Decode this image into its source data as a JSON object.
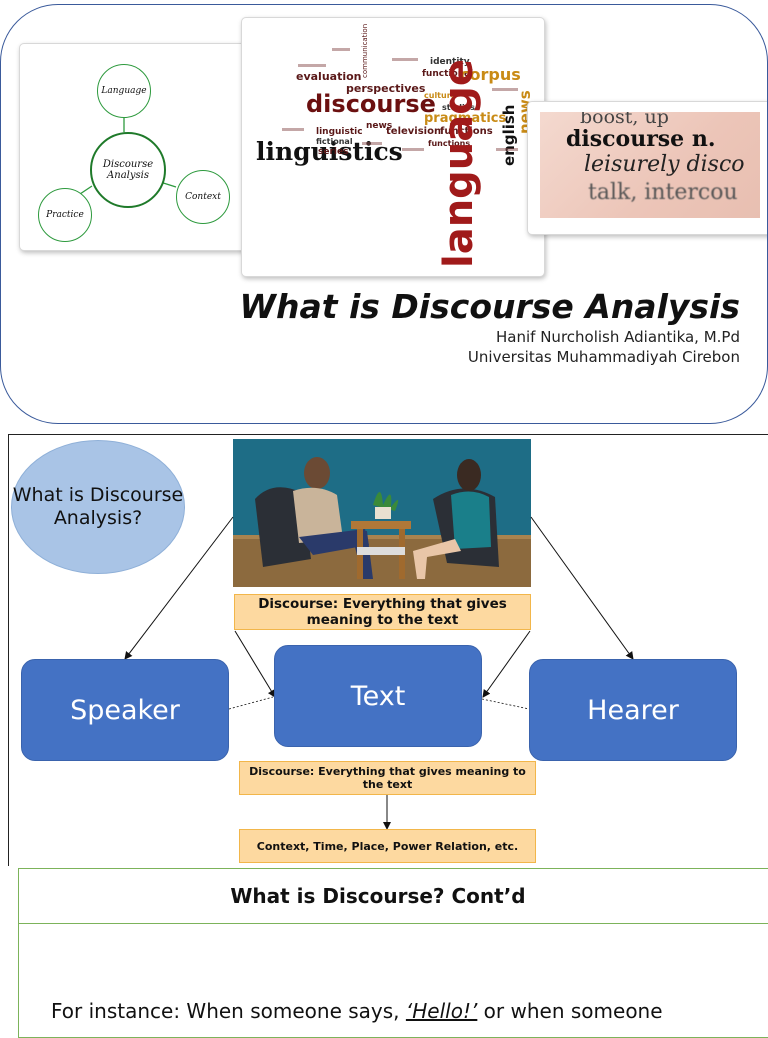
{
  "slide1": {
    "diagram": {
      "center": "Discourse Analysis",
      "top": "Language",
      "left": "Practice",
      "right": "Context"
    },
    "wordcloud": [
      "discourse",
      "linguistics",
      "language",
      "evaluation",
      "perspectives",
      "corpus",
      "pragmatics",
      "television",
      "english",
      "news",
      "identity",
      "functional",
      "culture",
      "studies",
      "talk",
      "emotion",
      "series",
      "functions",
      "fictional",
      "linguistic"
    ],
    "dictionary": {
      "line1": "boost, up",
      "line2": "discourse n.",
      "line3": "leisurely disco",
      "line4": "talk, intercou"
    },
    "title": "What is Discourse Analysis",
    "author": "Hanif Nurcholish Adiantika, M.Pd",
    "institution": "Universitas Muhammadiyah Cirebon"
  },
  "slide2": {
    "question": "What is Discourse Analysis?",
    "discourse_top": "Discourse: Everything that gives meaning to the text",
    "speaker": "Speaker",
    "text": "Text",
    "hearer": "Hearer",
    "discourse_bottom": "Discourse: Everything that gives meaning to the text",
    "context": "Context, Time, Place, Power Relation, etc."
  },
  "slide3": {
    "title": "What is Discourse? Cont’d",
    "body_before": "For instance: When someone says, ",
    "body_hello": "‘Hello!’",
    "body_after": " or when someone"
  },
  "colors": {
    "accent_blue": "#4472c4",
    "orange_fill": "#fdd9a0",
    "green_border": "#7cb35a",
    "oval_blue": "#a9c4e6"
  }
}
